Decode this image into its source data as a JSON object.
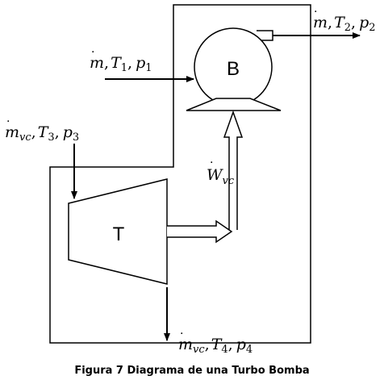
{
  "diagram": {
    "pump_label": "B",
    "turbine_label": "T",
    "outlet_pump": {
      "flow": "m",
      "sep1": ",",
      "temp": "T",
      "temp_sub": "2",
      "sep2": ",",
      "pressure": "p",
      "pressure_sub": "2"
    },
    "inlet_pump": {
      "flow": "m",
      "sep1": ",",
      "temp": "T",
      "temp_sub": "1",
      "sep2": ",",
      "pressure": "p",
      "pressure_sub": "1"
    },
    "inlet_turbine": {
      "flow": "m",
      "flow_sub": "vc",
      "sep1": ",",
      "temp": "T",
      "temp_sub": "3",
      "sep2": ",",
      "pressure": "p",
      "pressure_sub": "3"
    },
    "work": {
      "symbol": "W",
      "sub": "vc"
    },
    "outlet_turbine": {
      "flow": "m",
      "flow_sub": "vc",
      "sep1": ",",
      "temp": "T",
      "temp_sub": "4",
      "sep2": ",",
      "pressure": "p",
      "pressure_sub": "4"
    }
  },
  "caption": "Figura 7 Diagrama de una Turbo Bomba"
}
